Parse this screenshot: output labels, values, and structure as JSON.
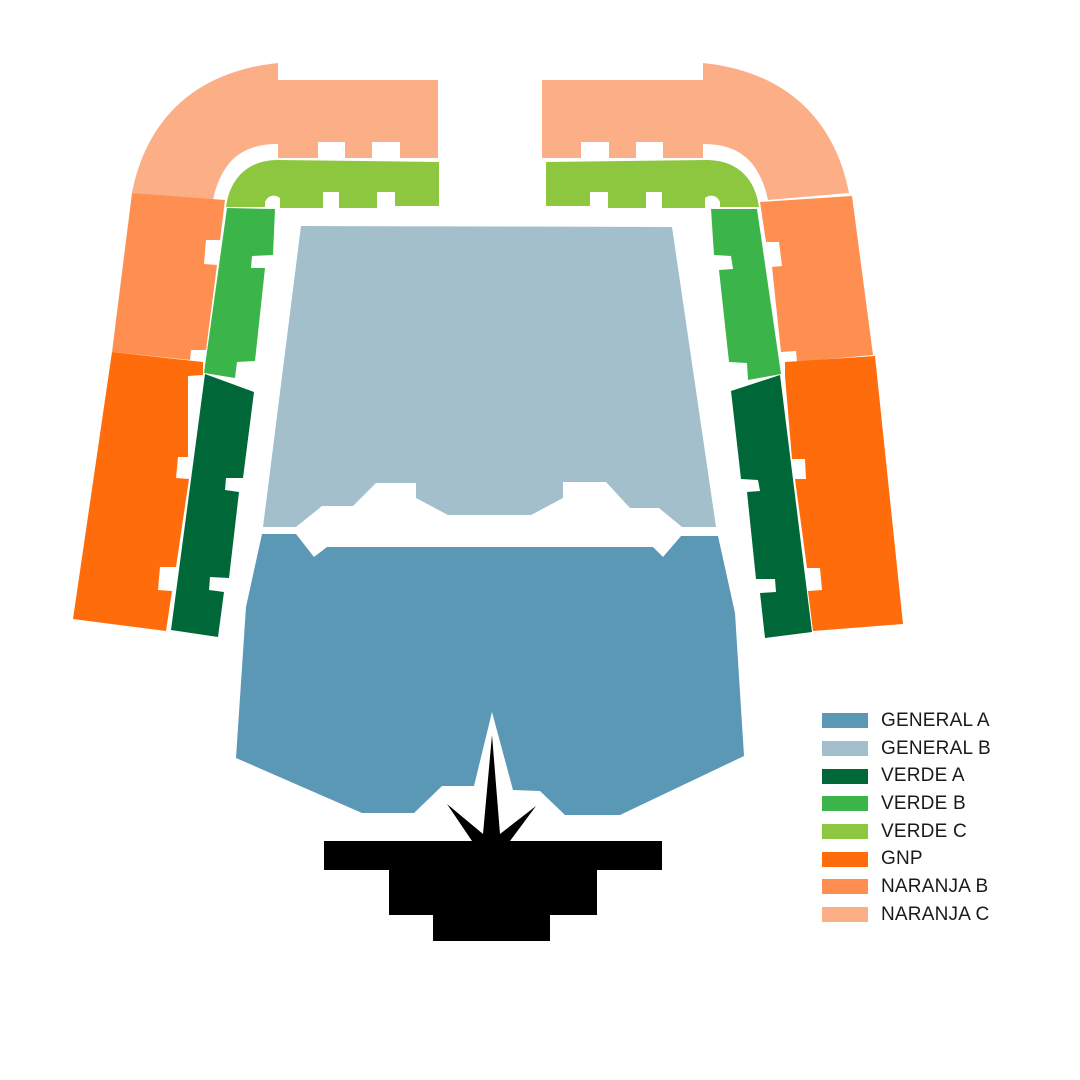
{
  "sections": [
    {
      "id": "general-a",
      "label": "GENERAL A",
      "color": "#5b98b6"
    },
    {
      "id": "general-b",
      "label": "GENERAL B",
      "color": "#a3bfcc"
    },
    {
      "id": "verde-a",
      "label": "VERDE A",
      "color": "#006838"
    },
    {
      "id": "verde-b",
      "label": "VERDE B",
      "color": "#3bb54a"
    },
    {
      "id": "verde-c",
      "label": "VERDE C",
      "color": "#8dc63f"
    },
    {
      "id": "gnp",
      "label": "GNP",
      "color": "#ff6c0c"
    },
    {
      "id": "naranja-b",
      "label": "NARANJA B",
      "color": "#ff8f51"
    },
    {
      "id": "naranja-c",
      "label": "NARANJA C",
      "color": "#fcae87"
    }
  ],
  "stage_color": "#000000"
}
